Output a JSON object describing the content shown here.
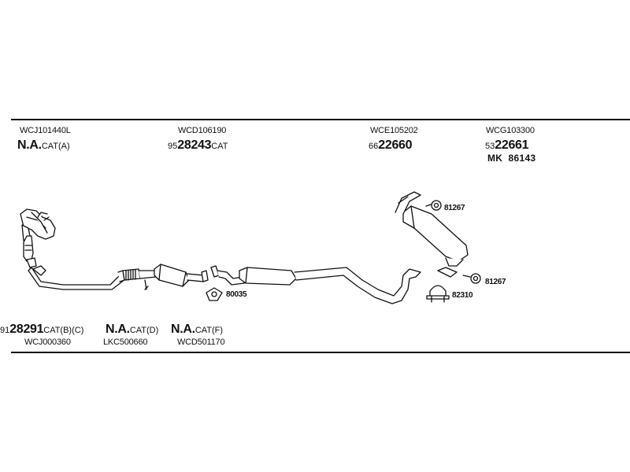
{
  "top_section": {
    "items": [
      {
        "code": "WCJ101440L",
        "prefix": "",
        "main": "N.A.",
        "suffix": "CAT(A)"
      },
      {
        "code": "WCD106190",
        "prefix": "95",
        "main": "28243",
        "suffix": "CAT"
      },
      {
        "code": "WCE105202",
        "prefix": "66",
        "main": "22660",
        "suffix": ""
      },
      {
        "code": "WCG103300",
        "prefix": "53",
        "main": "22661",
        "suffix": "",
        "extra": "MK  86143"
      }
    ]
  },
  "parts": {
    "gasket_1": "80035",
    "clamp_1": "82310",
    "hanger_1": "81267",
    "hanger_2": "81267"
  },
  "bottom_section": {
    "items": [
      {
        "prefix": "91",
        "main": "28291",
        "suffix": "CAT(B)(C)",
        "code": "WCJ000360"
      },
      {
        "prefix": "",
        "main": "N.A.",
        "suffix": "CAT(D)",
        "code": "LKC500660"
      },
      {
        "prefix": "",
        "main": "N.A.",
        "suffix": "CAT(F)",
        "code": "WCD501170"
      }
    ]
  },
  "colors": {
    "line": "#111111",
    "background": "#ffffff"
  }
}
